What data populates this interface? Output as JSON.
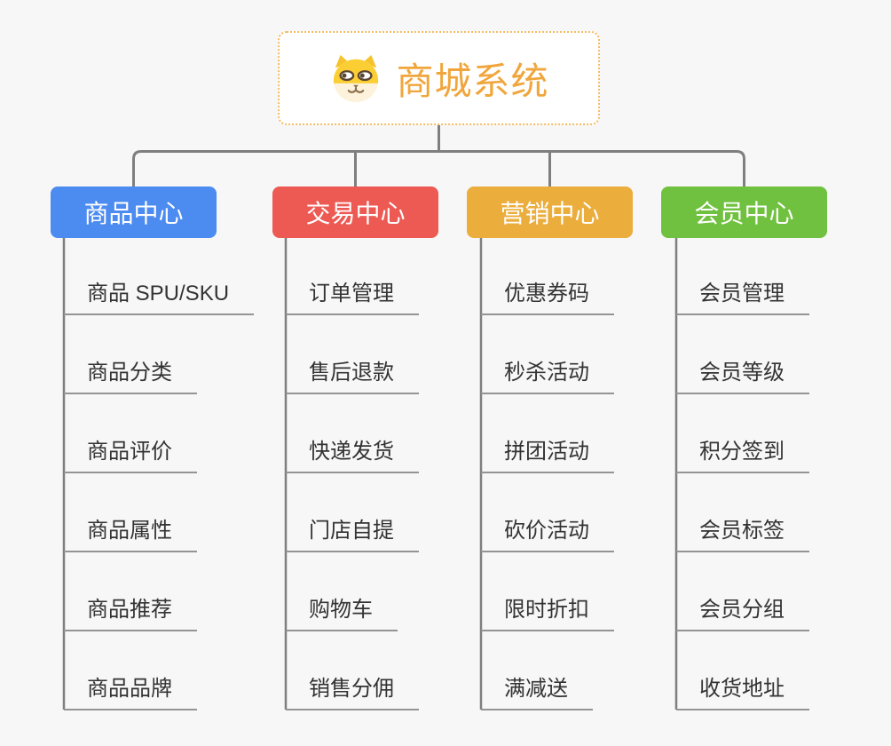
{
  "root": {
    "title": "商城系统",
    "icon": "dog-face-icon",
    "title_color": "#f0a63c",
    "border_color": "#f4bc62"
  },
  "connector_color": "#7f7f7f",
  "underline_color": "#949494",
  "branches": [
    {
      "label": "商品中心",
      "color": "#4c8bf0",
      "items": [
        "商品 SPU/SKU",
        "商品分类",
        "商品评价",
        "商品属性",
        "商品推荐",
        "商品品牌"
      ]
    },
    {
      "label": "交易中心",
      "color": "#ed5a54",
      "items": [
        "订单管理",
        "售后退款",
        "快递发货",
        "门店自提",
        "购物车",
        "销售分佣"
      ]
    },
    {
      "label": "营销中心",
      "color": "#ebad3c",
      "items": [
        "优惠券码",
        "秒杀活动",
        "拼团活动",
        "砍价活动",
        "限时折扣",
        "满减送"
      ]
    },
    {
      "label": "会员中心",
      "color": "#70c13f",
      "items": [
        "会员管理",
        "会员等级",
        "积分签到",
        "会员标签",
        "会员分组",
        "收货地址"
      ]
    }
  ]
}
